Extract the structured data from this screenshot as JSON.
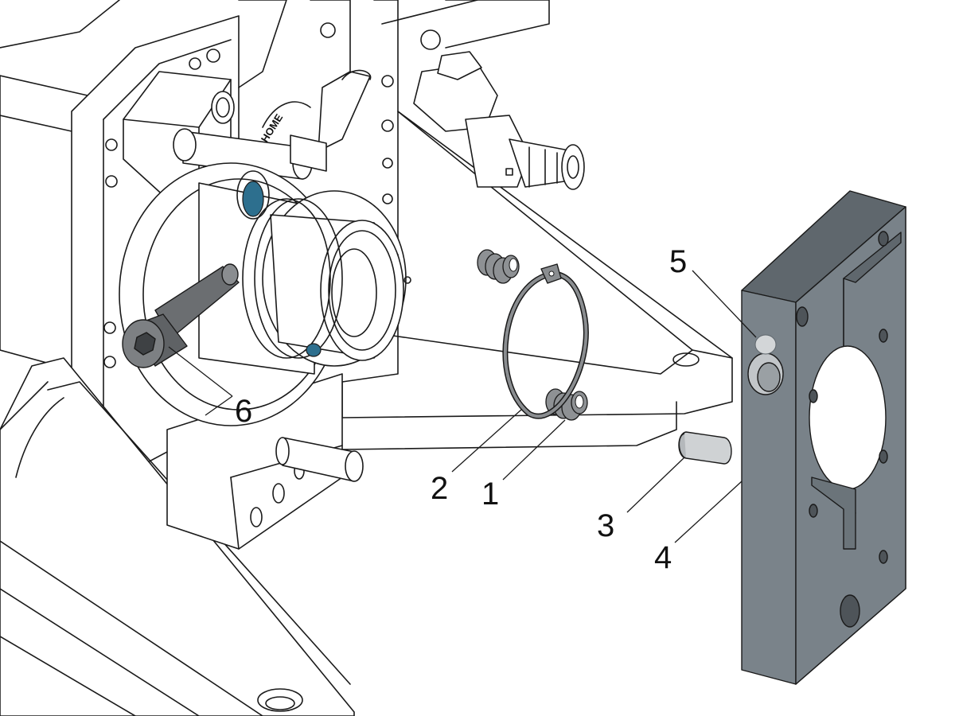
{
  "diagram": {
    "callouts": [
      {
        "id": "c1",
        "label": "1"
      },
      {
        "id": "c2",
        "label": "2"
      },
      {
        "id": "c3",
        "label": "3"
      },
      {
        "id": "c4",
        "label": "4"
      },
      {
        "id": "c5",
        "label": "5"
      },
      {
        "id": "c6",
        "label": "6"
      }
    ],
    "embossed_text": "HOME",
    "colors": {
      "plate": "#7a838a",
      "plate_dark": "#5f676d",
      "blue_plug": "#2d6f8e",
      "key": "#cfd2d4",
      "bolt": "#6b6e71"
    }
  }
}
